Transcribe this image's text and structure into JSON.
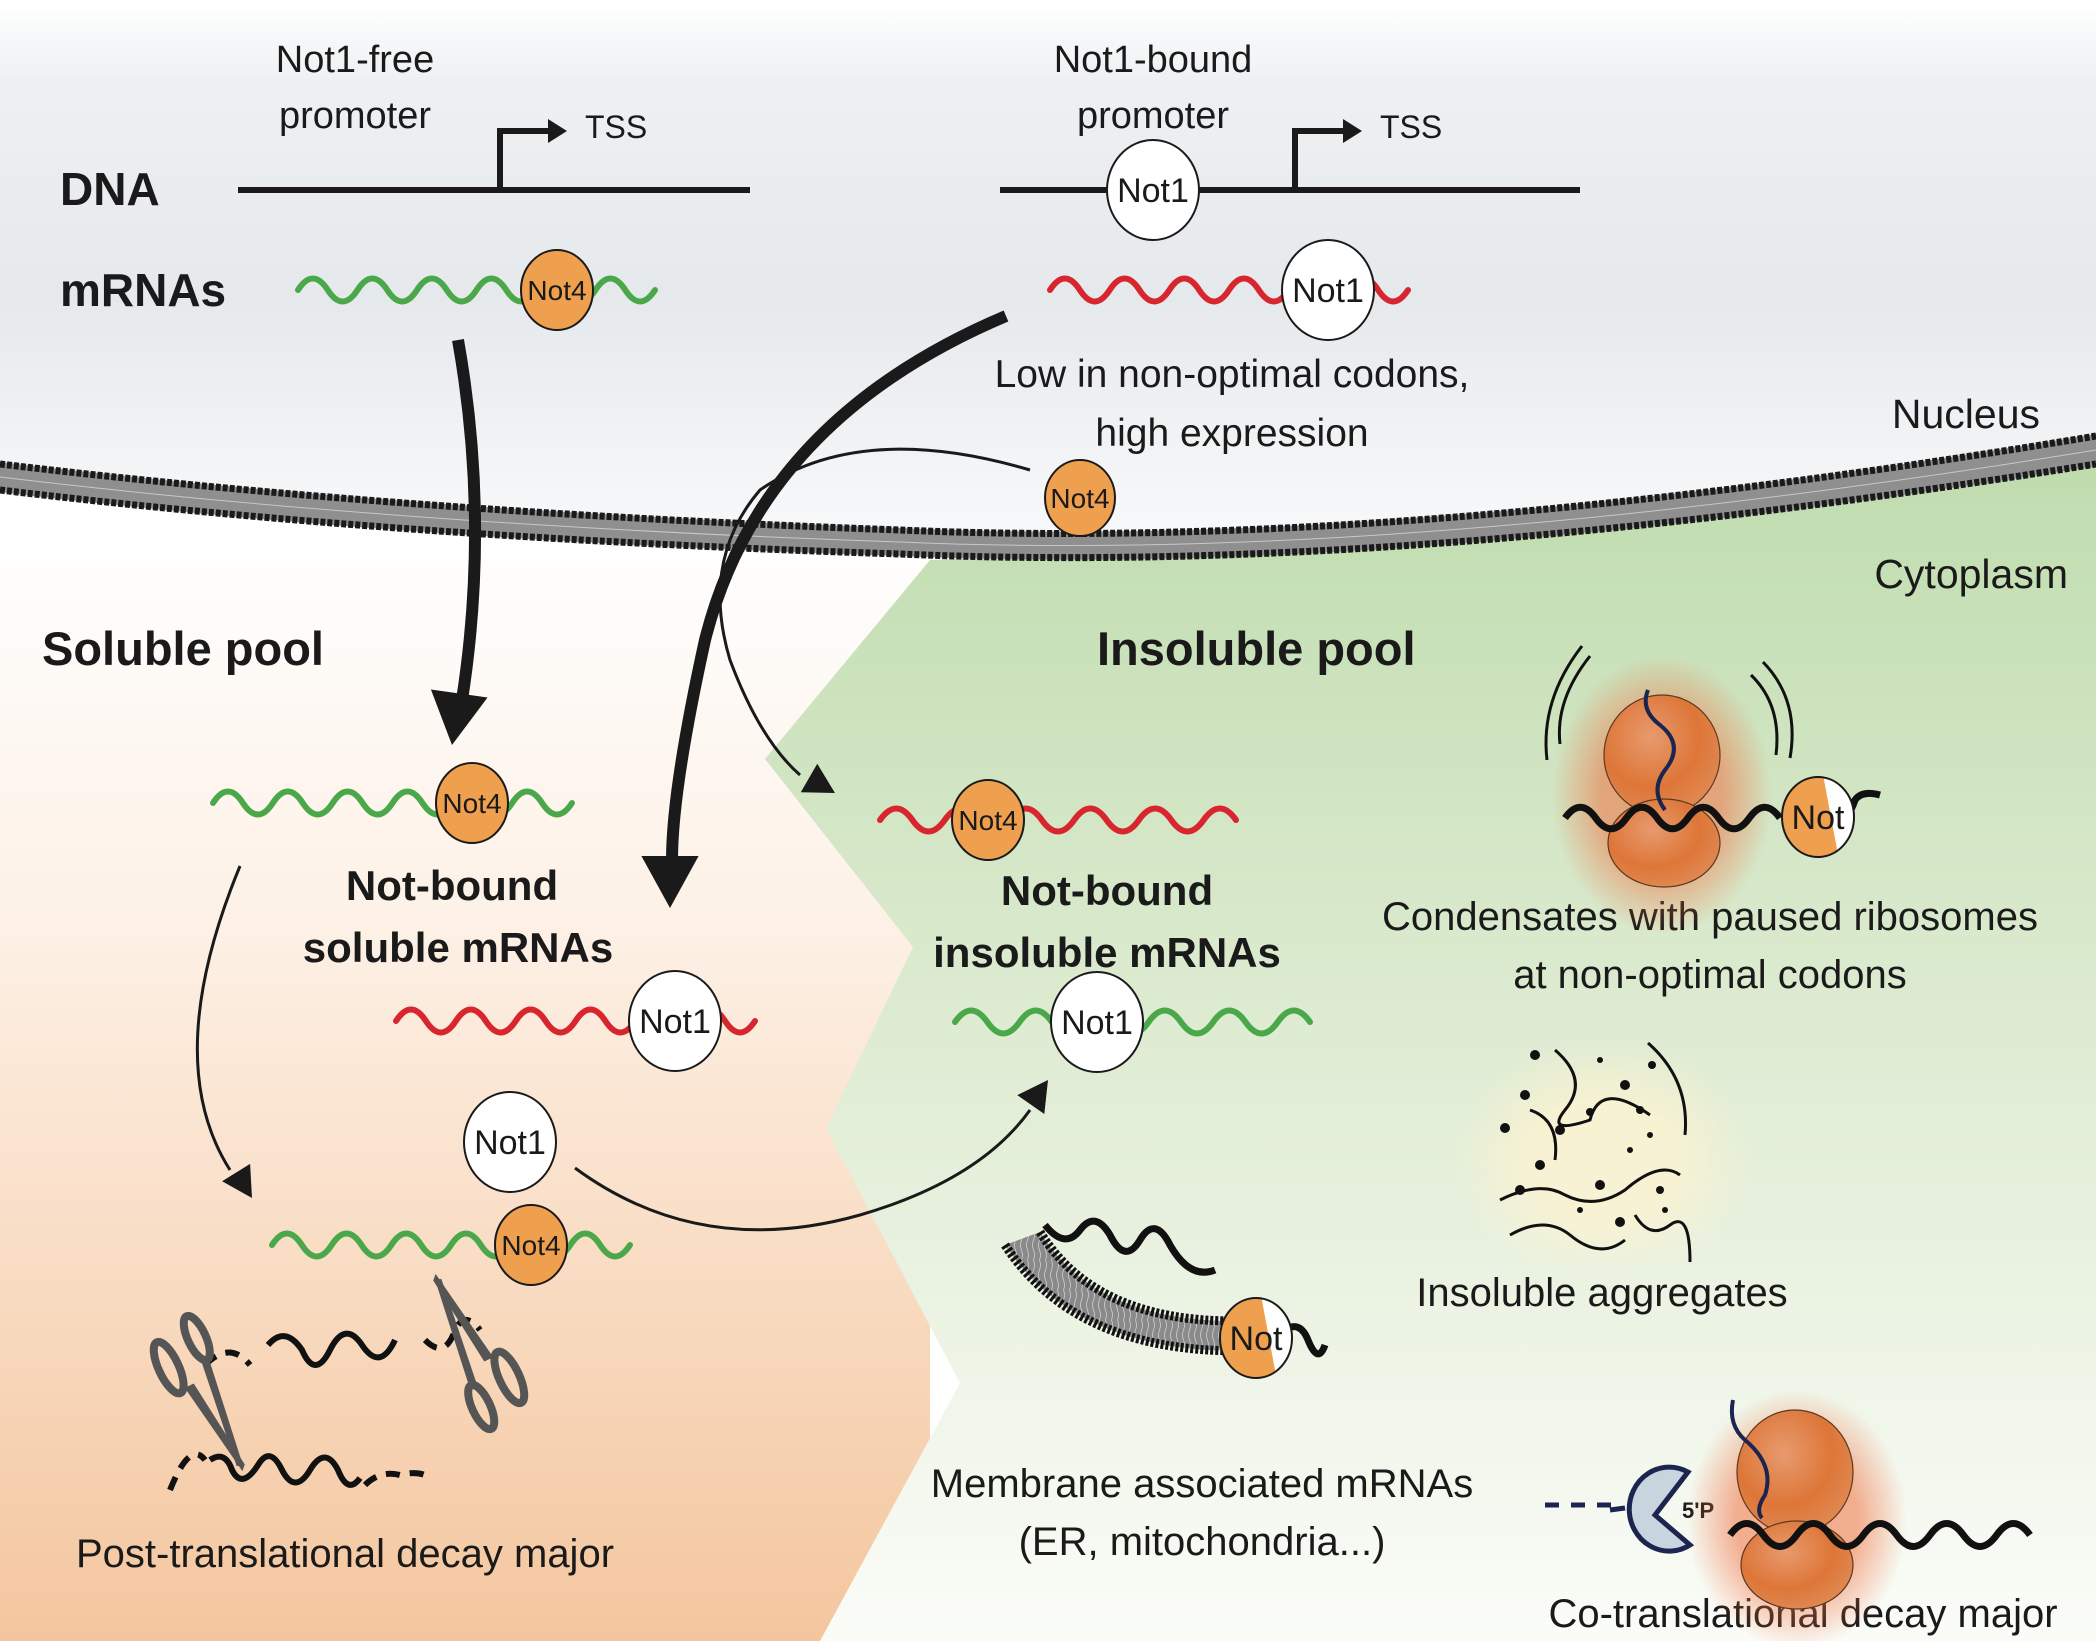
{
  "labels": {
    "dna": "DNA",
    "mrnas": "mRNAs",
    "not1_free_promoter": [
      "Not1-free",
      "promoter"
    ],
    "not1_bound_promoter": [
      "Not1-bound",
      "promoter"
    ],
    "tss": "TSS",
    "low_codons": [
      "Low in non-optimal codons,",
      "high expression"
    ],
    "nucleus": "Nucleus",
    "cytoplasm": "Cytoplasm",
    "soluble_pool": "Soluble pool",
    "insoluble_pool": "Insoluble pool",
    "not_bound_soluble": [
      "Not-bound",
      "soluble mRNAs"
    ],
    "not_bound_insoluble": [
      "Not-bound",
      "insoluble mRNAs"
    ],
    "condensates": [
      "Condensates with paused ribosomes",
      "at non-optimal codons"
    ],
    "insoluble_aggregates": "Insoluble aggregates",
    "membrane_associated": [
      "Membrane associated mRNAs",
      "(ER, mitochondria...)"
    ],
    "post_translational": "Post-translational decay major",
    "co_translational": "Co-translational decay major",
    "five_prime_p": "5'P"
  },
  "proteins": {
    "not1": "Not1",
    "not4": "Not4",
    "not": "Not"
  },
  "colors": {
    "mrna_green": "#4aa84a",
    "mrna_red": "#d8262e",
    "not4_orange": "#eea04e",
    "ribosome": "#e07a3c",
    "nucleus_bg": "#e8ebee",
    "insoluble_green": "#c2ddb3",
    "soluble_peach": "#f6c9a0",
    "exonuclease": "#c8d5de",
    "nascent_chain": "#1c2550"
  }
}
